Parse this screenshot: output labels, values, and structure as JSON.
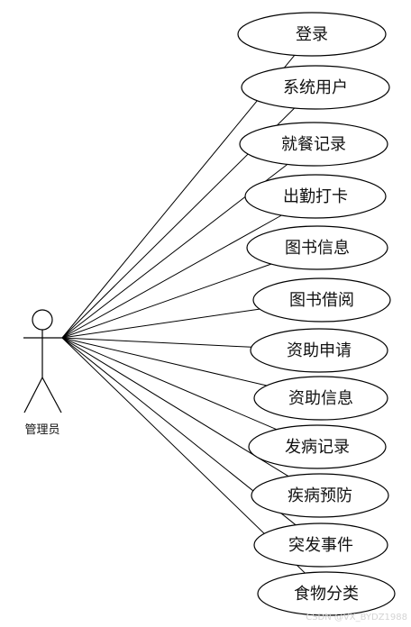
{
  "actor": {
    "label": "管理员"
  },
  "use_cases": [
    {
      "id": "login",
      "label": "登录"
    },
    {
      "id": "system-users",
      "label": "系统用户"
    },
    {
      "id": "dining-records",
      "label": "就餐记录"
    },
    {
      "id": "attendance",
      "label": "出勤打卡"
    },
    {
      "id": "book-info",
      "label": "图书信息"
    },
    {
      "id": "book-borrow",
      "label": "图书借阅"
    },
    {
      "id": "aid-application",
      "label": "资助申请"
    },
    {
      "id": "aid-info",
      "label": "资助信息"
    },
    {
      "id": "illness-records",
      "label": "发病记录"
    },
    {
      "id": "disease-prevention",
      "label": "疾病预防"
    },
    {
      "id": "emergencies",
      "label": "突发事件"
    },
    {
      "id": "food-categories",
      "label": "食物分类"
    }
  ],
  "watermark": "CSDN @VX_BYDZ1988",
  "colors": {
    "stroke": "#000000",
    "text": "#111111",
    "watermark": "#d4d4d4"
  }
}
